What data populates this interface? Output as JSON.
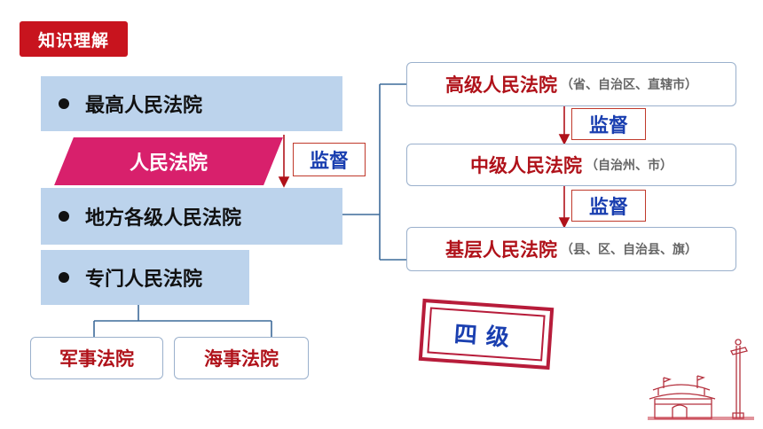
{
  "header": {
    "tag": "知识理解"
  },
  "left": {
    "supreme": "最高人民法院",
    "people_court": "人民法院",
    "supervise": "监督",
    "local": "地方各级人民法院",
    "special": "专门人民法院",
    "military": "军事法院",
    "maritime": "海事法院"
  },
  "right": {
    "high": {
      "name": "高级人民法院",
      "note": "（省、自治区、直辖市）"
    },
    "supervise1": "监督",
    "middle": {
      "name": "中级人民法院",
      "note": "（自治州、市）"
    },
    "supervise2": "监督",
    "basic": {
      "name": "基层人民法院",
      "note": "（县、区、自治县、旗）"
    }
  },
  "stamp": {
    "text": "四级"
  },
  "colors": {
    "accent_red": "#c8141e",
    "magenta": "#d8206c",
    "blue_fill": "#bcd3ec",
    "supervise_blue": "#1a3fb0"
  },
  "icons": {
    "decoration": "tiananmen-icon"
  }
}
